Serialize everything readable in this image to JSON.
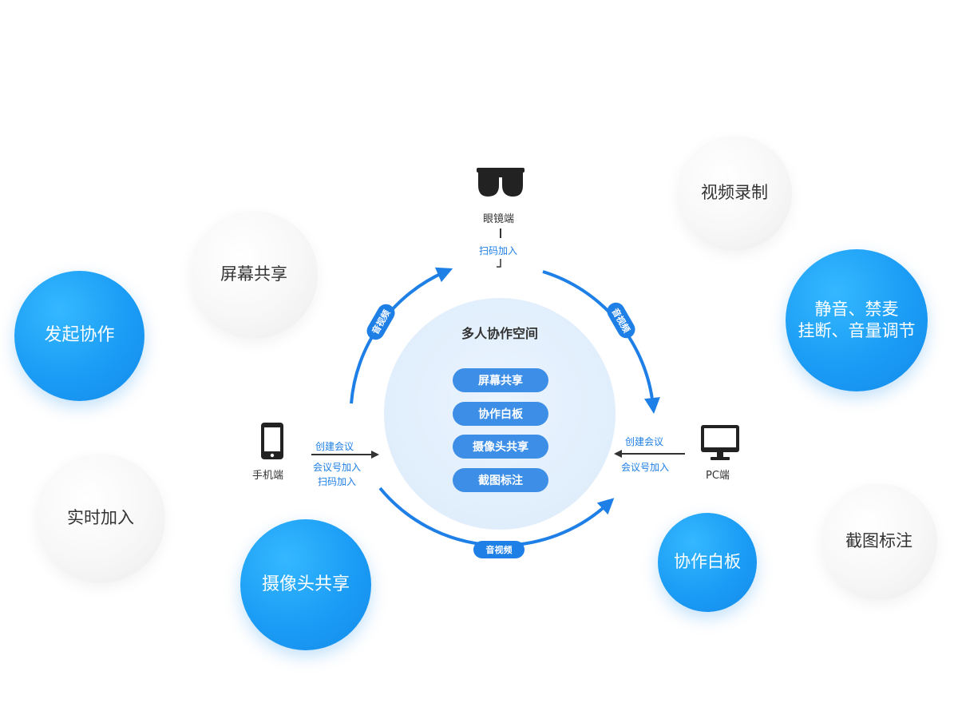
{
  "center": {
    "title": "多人协作空间",
    "items": [
      "屏幕共享",
      "协作白板",
      "摄像头共享",
      "截图标注"
    ]
  },
  "devices": {
    "glasses": {
      "label": "眼镜端",
      "action": "扫码加入"
    },
    "phone": {
      "label": "手机端",
      "action_top": "创建会议",
      "action_bottom_1": "会议号加入",
      "action_bottom_2": "扫码加入"
    },
    "pc": {
      "label": "PC端",
      "action_top": "创建会议",
      "action_bottom": "会议号加入"
    }
  },
  "ring_badges": [
    "音视频",
    "音视频",
    "音视频"
  ],
  "features": {
    "video_record": "视频录制",
    "screen_share": "屏幕共享",
    "start_collab": "发起协作",
    "mute_line1": "静音、禁麦",
    "mute_line2": "挂断、音量调节",
    "realtime_join": "实时加入",
    "camera_share": "摄像头共享",
    "whiteboard": "协作白板",
    "screenshot_annotate": "截图标注"
  },
  "colors": {
    "accent": "#1e7fe6",
    "bubble_blue": "#1b9cf5",
    "pill": "#3d8ee6"
  },
  "icons": [
    "glasses-icon",
    "phone-icon",
    "monitor-icon"
  ]
}
